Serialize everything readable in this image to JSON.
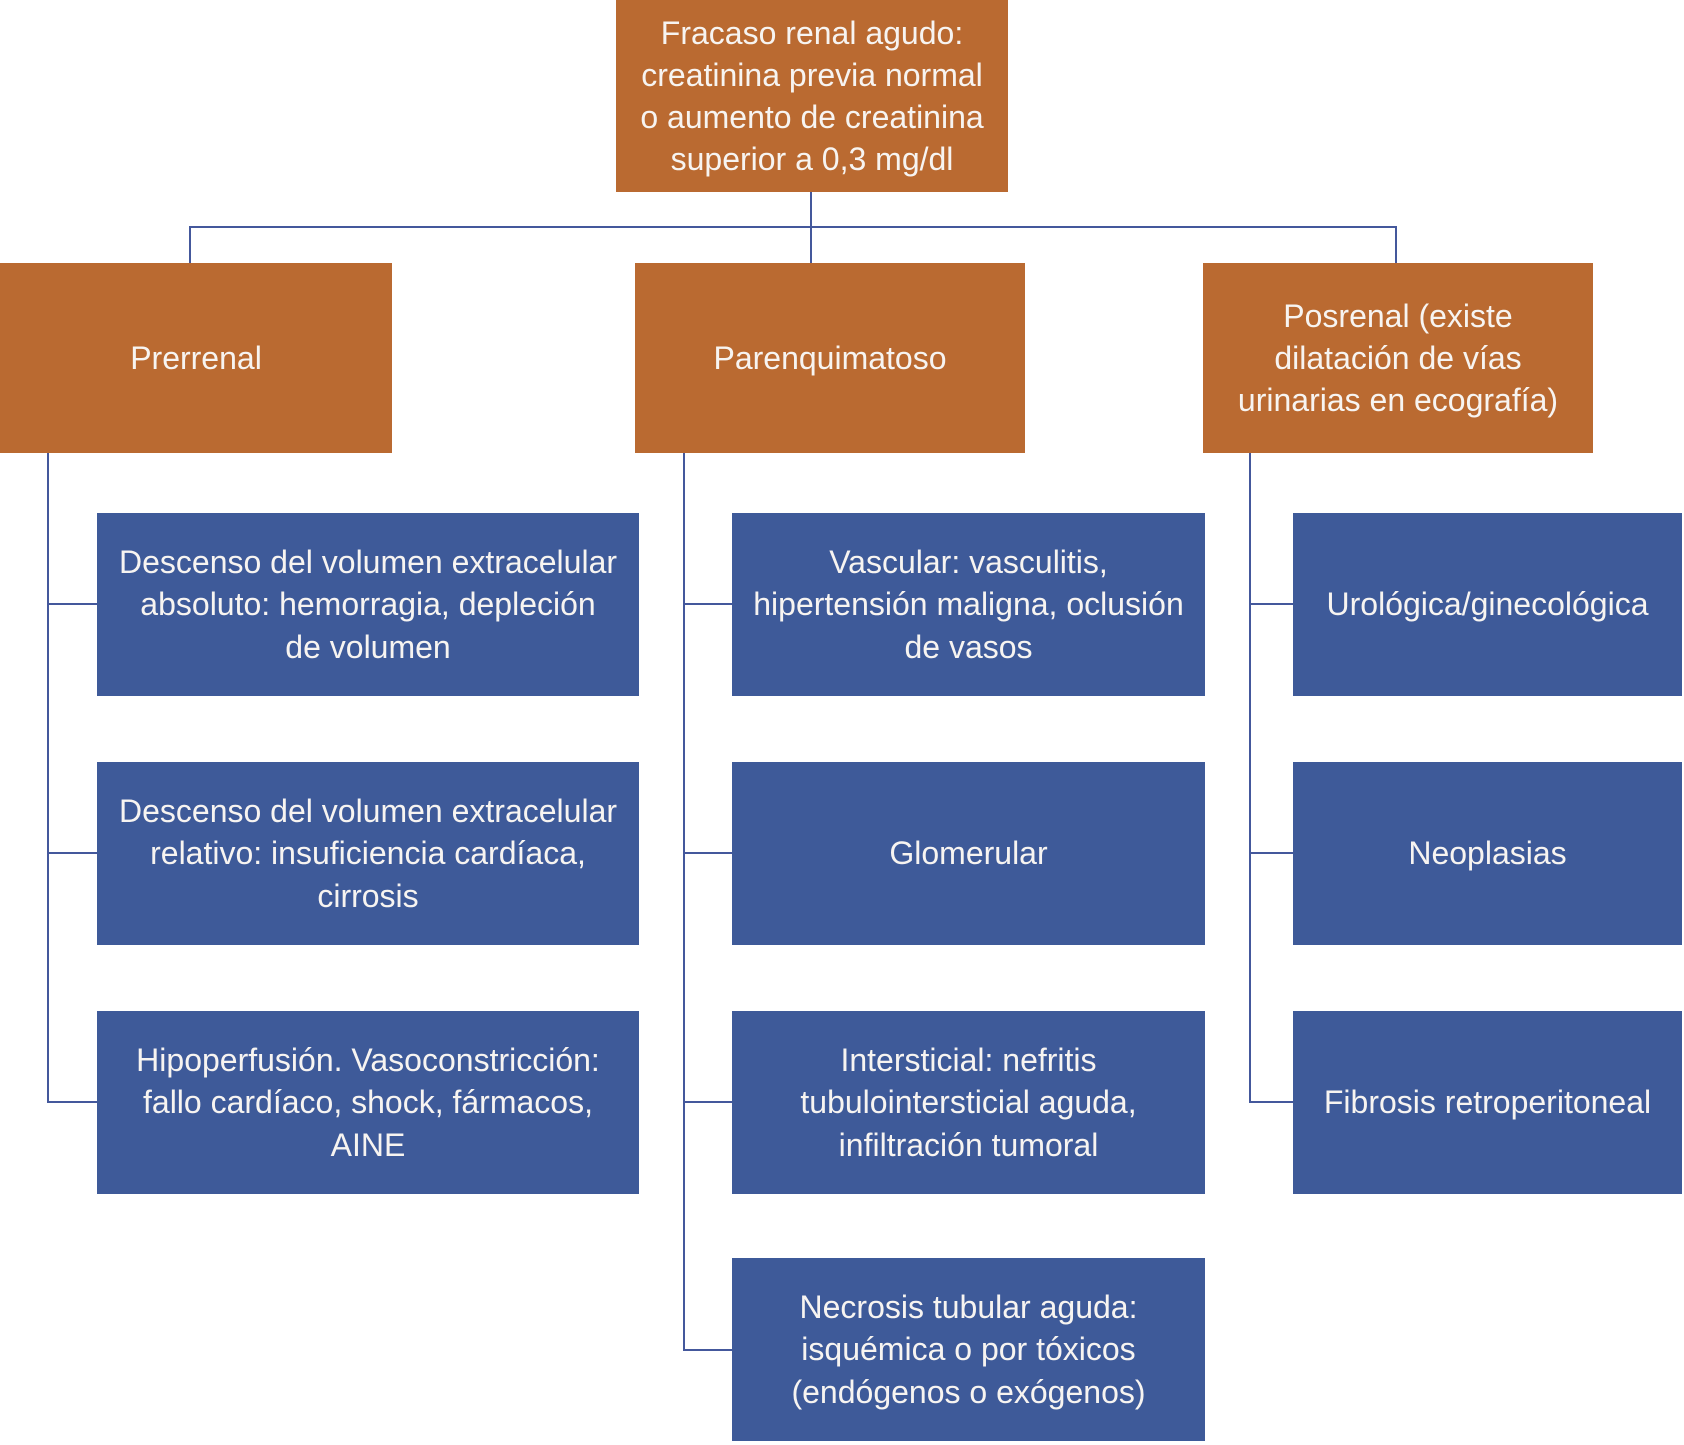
{
  "root": {
    "label": "Fracaso renal agudo:\ncreatinina previa normal\no aumento de creatinina\nsuperior a 0,3 mg/dl"
  },
  "columns": [
    {
      "header": "Prerrenal",
      "children": [
        "Descenso del volumen extracelular\nabsoluto: hemorragia, depleción\nde volumen",
        "Descenso del volumen extracelular\nrelativo: insuficiencia cardíaca,\ncirrosis",
        "Hipoperfusión. Vasoconstricción:\nfallo cardíaco, shock, fármacos,\nAINE"
      ]
    },
    {
      "header": "Parenquimatoso",
      "children": [
        "Vascular: vasculitis,\nhipertensión maligna, oclusión\nde vasos",
        "Glomerular",
        "Intersticial: nefritis\ntubulointersticial aguda,\ninfiltración tumoral",
        "Necrosis tubular aguda:\nisquémica o por tóxicos\n(endógenos o exógenos)"
      ]
    },
    {
      "header": "Posrenal (existe\ndilatación de vías\nurinarias en ecografía)",
      "children": [
        "Urológica/ginecológica",
        "Neoplasias",
        "Fibrosis retroperitoneal"
      ]
    }
  ],
  "colors": {
    "category_fill": "#BA6A31",
    "child_fill": "#3E5A99",
    "connector": "#44589C",
    "text": "#F7F4F1",
    "background": "#FFFFFF"
  }
}
